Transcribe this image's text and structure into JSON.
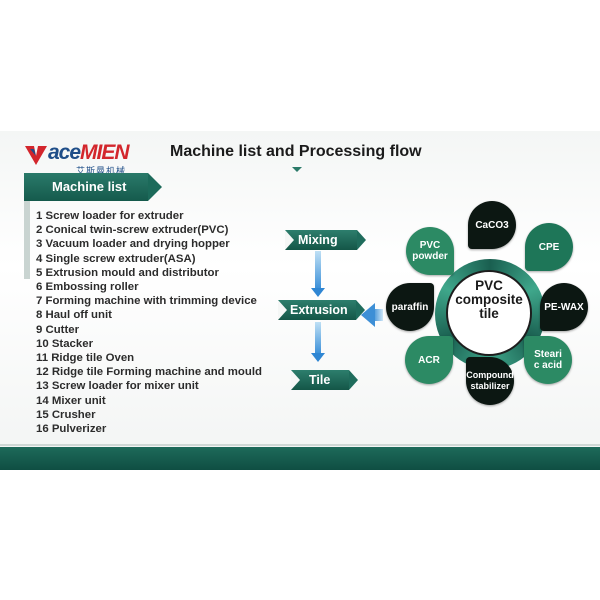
{
  "brand": {
    "name_left": "ace",
    "name_right": "MIEN",
    "name_cn": "艾斯曼机械"
  },
  "title": "Machine list and Processing flow",
  "machine_list": {
    "header": "Machine list",
    "items": [
      "1 Screw loader for extruder",
      "2 Conical twin-screw extruder(PVC)",
      "3 Vacuum loader and drying hopper",
      "4 Single screw extruder(ASA)",
      "5 Extrusion mould and distributor",
      "6 Embossing roller",
      "7 Forming machine with trimming device",
      "8 Haul off unit",
      "9 Cutter",
      "10 Stacker",
      "11 Ridge tile Oven",
      "12 Ridge tile Forming machine and mould",
      "13 Screw loader for mixer unit",
      "14 Mixer unit",
      "15 Crusher",
      "16 Pulverizer"
    ]
  },
  "flow": {
    "steps": [
      "Mixing",
      "Extrusion",
      "Tile"
    ]
  },
  "composition": {
    "center": "PVC\ncomposite\ntile",
    "ingredients": [
      "CaCO3",
      "CPE",
      "PE-WAX",
      "Steari\nc acid",
      "Compound\nstabilizer",
      "ACR",
      "paraffin",
      "PVC\npowder"
    ]
  },
  "colors": {
    "brand_green": "#1e7658",
    "accent_blue": "#3a8fd8",
    "brand_red": "#d3262c",
    "brand_navy": "#1f4e88"
  }
}
